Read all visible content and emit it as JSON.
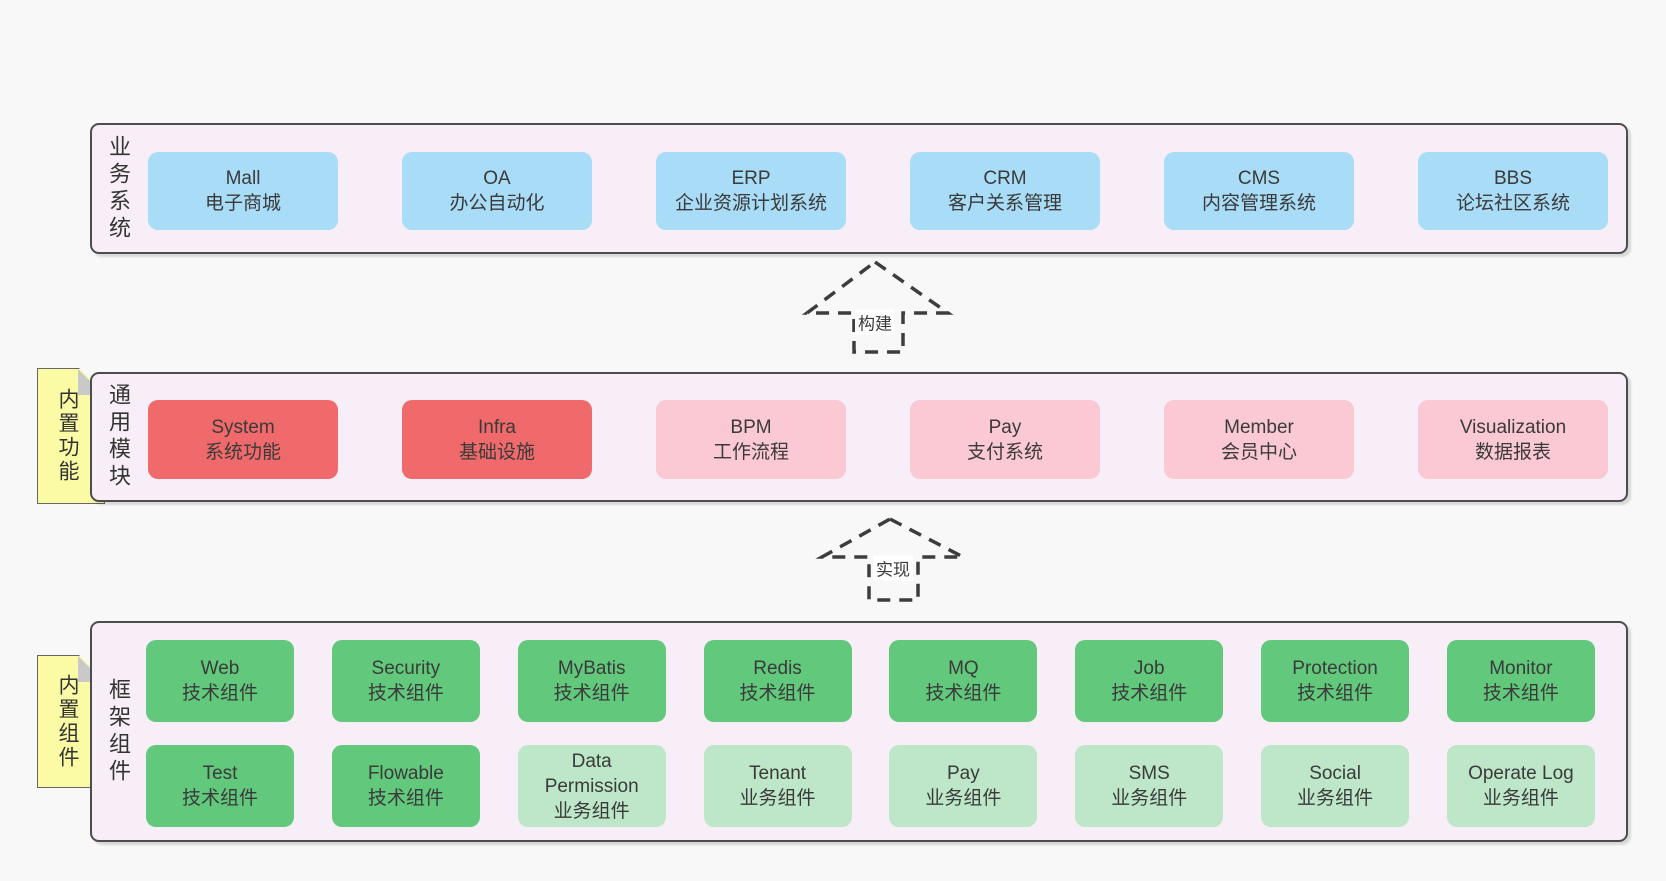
{
  "canvas": {
    "background": "#f8f8f8"
  },
  "colors": {
    "container_fill": "#f8eef7",
    "container_border": "#4d4d4d",
    "box_blue": "#a9dcf6",
    "box_red": "#f06a6b",
    "box_pink": "#fac9d4",
    "box_green": "#62c87c",
    "box_light_green": "#bee7c9",
    "note_yellow": "#fbfba5",
    "note_fold_gray": "#c9c9c9",
    "text": "#3a3a3a"
  },
  "layers": {
    "business": {
      "label": "业务系统",
      "boxes": [
        {
          "title": "Mall",
          "subtitle": "电子商城"
        },
        {
          "title": "OA",
          "subtitle": "办公自动化"
        },
        {
          "title": "ERP",
          "subtitle": "企业资源计划系统"
        },
        {
          "title": "CRM",
          "subtitle": "客户关系管理"
        },
        {
          "title": "CMS",
          "subtitle": "内容管理系统"
        },
        {
          "title": "BBS",
          "subtitle": "论坛社区系统"
        }
      ]
    },
    "common": {
      "label": "通用模块",
      "note": "内置功能",
      "boxes": [
        {
          "title": "System",
          "subtitle": "系统功能"
        },
        {
          "title": "Infra",
          "subtitle": "基础设施"
        },
        {
          "title": "BPM",
          "subtitle": "工作流程"
        },
        {
          "title": "Pay",
          "subtitle": "支付系统"
        },
        {
          "title": "Member",
          "subtitle": "会员中心"
        },
        {
          "title": "Visualization",
          "subtitle": "数据报表"
        }
      ]
    },
    "framework": {
      "label": "框架组件",
      "note": "内置组件",
      "row1": [
        {
          "title": "Web",
          "subtitle": "技术组件"
        },
        {
          "title": "Security",
          "subtitle": "技术组件"
        },
        {
          "title": "MyBatis",
          "subtitle": "技术组件"
        },
        {
          "title": "Redis",
          "subtitle": "技术组件"
        },
        {
          "title": "MQ",
          "subtitle": "技术组件"
        },
        {
          "title": "Job",
          "subtitle": "技术组件"
        },
        {
          "title": "Protection",
          "subtitle": "技术组件"
        },
        {
          "title": "Monitor",
          "subtitle": "技术组件"
        }
      ],
      "row2": [
        {
          "title": "Test",
          "subtitle": "技术组件"
        },
        {
          "title": "Flowable",
          "subtitle": "技术组件"
        },
        {
          "title": "Data Permission",
          "subtitle": "业务组件"
        },
        {
          "title": "Tenant",
          "subtitle": "业务组件"
        },
        {
          "title": "Pay",
          "subtitle": "业务组件"
        },
        {
          "title": "SMS",
          "subtitle": "业务组件"
        },
        {
          "title": "Social",
          "subtitle": "业务组件"
        },
        {
          "title": "Operate Log",
          "subtitle": "业务组件"
        }
      ]
    }
  },
  "arrows": {
    "build": {
      "label": "构建"
    },
    "implement": {
      "label": "实现"
    }
  }
}
